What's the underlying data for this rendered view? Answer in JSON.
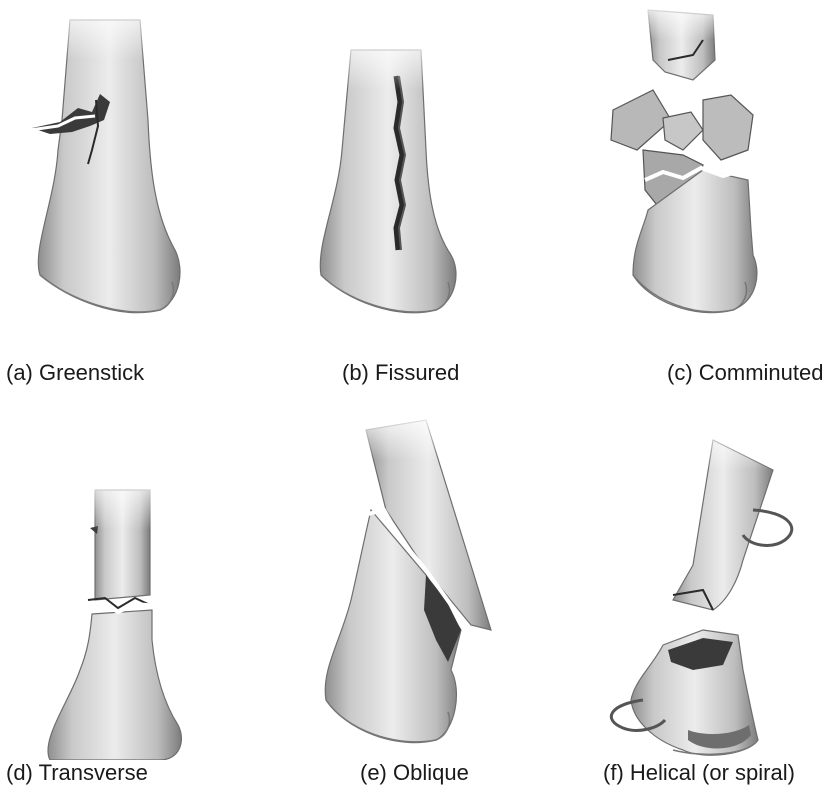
{
  "figure": {
    "panels": [
      {
        "id": "a",
        "caption": "(a) Greenstick"
      },
      {
        "id": "b",
        "caption": "(b) Fissured"
      },
      {
        "id": "c",
        "caption": "(c) Comminuted"
      },
      {
        "id": "d",
        "caption": "(d) Transverse"
      },
      {
        "id": "e",
        "caption": "(e) Oblique"
      },
      {
        "id": "f",
        "caption": "(f) Helical (or spiral)"
      }
    ]
  }
}
